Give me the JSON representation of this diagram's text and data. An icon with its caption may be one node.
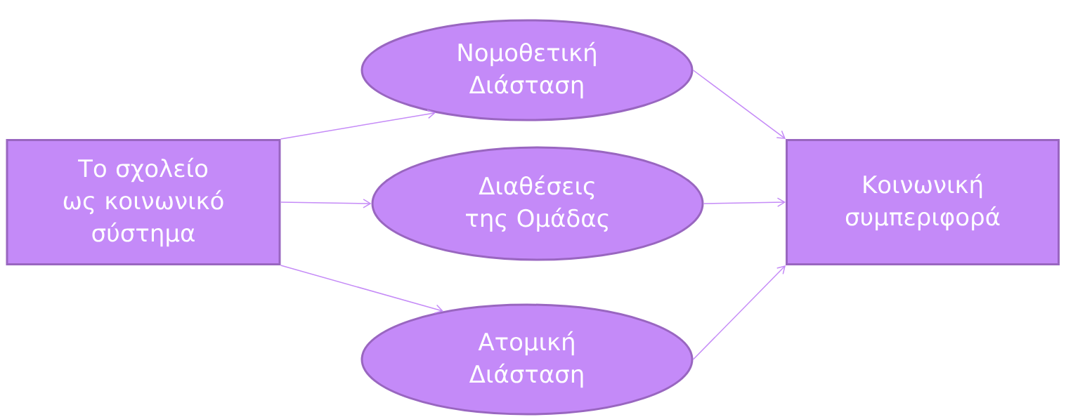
{
  "diagram": {
    "nodes": [
      {
        "text": [
          "Το σχολείο ως κοινωνικό σύστημα"
        ]
      },
      {
        "text": [
          "Νομοθετική Διάσταση"
        ]
      },
      {
        "text": [
          "Διαθέσεις της Ομάδας"
        ]
      },
      {
        "text": [
          "Ατομική Διάσταση"
        ]
      },
      {
        "text": [
          "Κοινωνική συμπεριφορά"
        ]
      }
    ],
    "edges": [
      {
        "from": 0,
        "to": 1,
        "arrow": "to"
      },
      {
        "from": 0,
        "to": 2,
        "arrow": "to"
      },
      {
        "from": 0,
        "to": 3,
        "arrow": "to"
      },
      {
        "from": 1,
        "to": 4,
        "arrow": "to"
      },
      {
        "from": 2,
        "to": 4,
        "arrow": "to"
      },
      {
        "from": 3,
        "to": 4,
        "arrow": "to"
      }
    ]
  }
}
